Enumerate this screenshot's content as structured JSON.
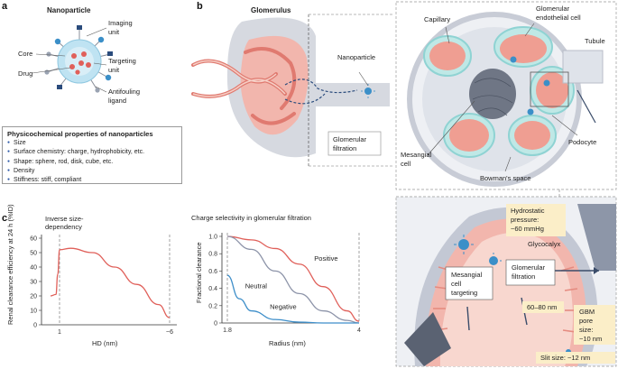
{
  "panels": {
    "a": "a",
    "b": "b",
    "c": "c"
  },
  "nanoparticle": {
    "title": "Nanoparticle",
    "core": "Core",
    "drug": "Drug",
    "imaging_unit": [
      "Imaging",
      "unit"
    ],
    "targeting_unit": [
      "Targeting",
      "unit"
    ],
    "antifouling_ligand": [
      "Antifouling",
      "ligand"
    ]
  },
  "properties": {
    "title": "Physicochemical properties of nanoparticles",
    "items": [
      "Size",
      "Surface chemistry: charge, hydrophobicity, etc.",
      "Shape: sphere, rod, disk, cube, etc.",
      "Density",
      "Stiffness: stiff, compliant"
    ],
    "bullet_color": "#2d5aa8"
  },
  "glomerulus": {
    "title": "Glomerulus",
    "nanoparticle": "Nanoparticle",
    "filtration_box": [
      "Glomerular",
      "filtration"
    ]
  },
  "cross_section": {
    "capillary": "Capillary",
    "endothelial": [
      "Glomerular",
      "endothelial cell"
    ],
    "tubule": "Tubule",
    "podocyte": "Podocyte",
    "mesangial": [
      "Mesangial",
      "cell"
    ],
    "bowmans": "Bowman's space"
  },
  "zoom": {
    "hydrostatic": [
      "Hydrostatic",
      "pressure:",
      "~60 mmHg"
    ],
    "glycocalyx": "Glycocalyx",
    "mesangial_targeting": [
      "Mesangial",
      "cell",
      "targeting"
    ],
    "glomerular_filtration": [
      "Glomerular",
      "filtration"
    ],
    "fenestra": "60–80 nm",
    "gbm_pore": [
      "GBM",
      "pore",
      "size:",
      "~10 nm"
    ],
    "slit_size": "Slit size: ~12 nm"
  },
  "colors": {
    "pink": "#e89a90",
    "pink_light": "#f6cfc6",
    "teal": "#8fd3d3",
    "grey": "#9aa3b2",
    "blue": "#3b8fc8",
    "note_bg": "#fbeec8",
    "red_curve": "#e0605a",
    "grey_curve": "#8c93a8",
    "blue_curve": "#3d8ec9"
  },
  "chart_data": [
    {
      "type": "line",
      "title": "",
      "xlabel": "HD (nm)",
      "ylabel": "Renal clearance efficiency at 24 h (%ID)",
      "annotation": [
        "Inverse size-",
        "dependency"
      ],
      "ylim": [
        0,
        60
      ],
      "yticks": [
        "0",
        "10",
        "20",
        "30",
        "40",
        "50",
        "60"
      ],
      "xticks": [
        "1",
        "~6"
      ],
      "x_scale": "categorical: sub-1 nm region | 1 nm | increasing to ~6 nm",
      "series": [
        {
          "x": [
            0.5,
            0.8,
            0.9,
            1.0,
            1.5,
            2.5,
            3.5,
            4.5,
            5.5,
            6.0
          ],
          "values": [
            20,
            21,
            35,
            52,
            53,
            50,
            40,
            28,
            14,
            5
          ]
        }
      ]
    },
    {
      "type": "line",
      "title": "Charge selectivity in glomerular filtration",
      "xlabel": "Radius (nm)",
      "ylabel": "Fractional clearance",
      "ylim": [
        0,
        1.0
      ],
      "xlim": [
        1.8,
        4
      ],
      "yticks": [
        "0",
        "0.2",
        "0.4",
        "0.6",
        "0.8",
        "1.0"
      ],
      "xticks": [
        "1.8",
        "4"
      ],
      "series": [
        {
          "name": "Positive",
          "x": [
            1.8,
            2.2,
            2.6,
            3.0,
            3.4,
            3.8,
            4.0
          ],
          "values": [
            1.0,
            0.96,
            0.86,
            0.68,
            0.42,
            0.14,
            0.02
          ]
        },
        {
          "name": "Neutral",
          "x": [
            1.8,
            2.2,
            2.6,
            3.0,
            3.4,
            3.8,
            4.0
          ],
          "values": [
            1.0,
            0.85,
            0.6,
            0.34,
            0.14,
            0.03,
            0.0
          ]
        },
        {
          "name": "Negative",
          "x": [
            1.8,
            2.0,
            2.2,
            2.6,
            3.0,
            3.4,
            4.0
          ],
          "values": [
            0.55,
            0.28,
            0.14,
            0.04,
            0.01,
            0.0,
            0.0
          ]
        }
      ]
    }
  ]
}
